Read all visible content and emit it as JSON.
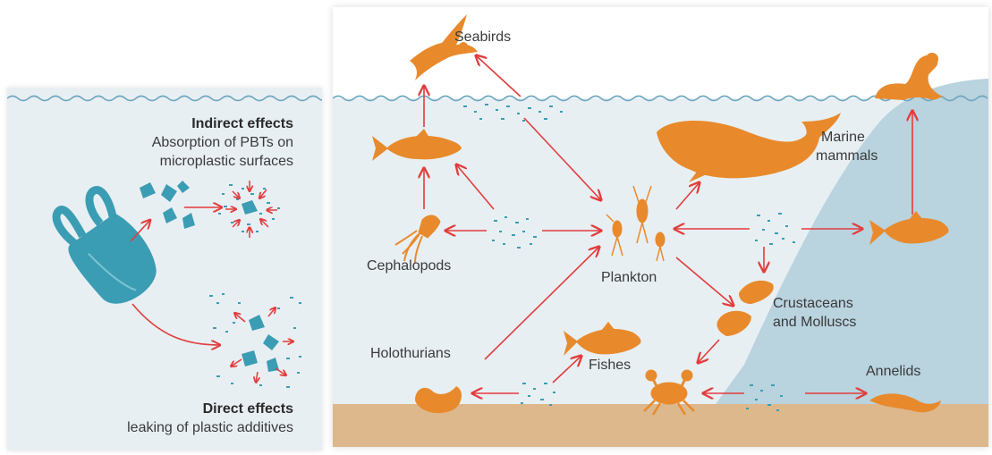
{
  "left_panel": {
    "indirect": {
      "title": "Indirect effects",
      "line1": "Absorption of PBTs on",
      "line2": "microplastic surfaces"
    },
    "direct": {
      "title": "Direct effects",
      "line1": "leaking of plastic additives"
    }
  },
  "main_panel": {
    "labels": {
      "seabirds": "Seabirds",
      "marine_mammals_1": "Marine",
      "marine_mammals_2": "mammals",
      "cephalopods": "Cephalopods",
      "plankton": "Plankton",
      "crustaceans_1": "Crustaceans",
      "crustaceans_2": "and Molluscs",
      "holothurians": "Holothurians",
      "fishes": "Fishes",
      "annelids": "Annelids"
    }
  },
  "colors": {
    "water": "#e8eff3",
    "sediment": "#dcb88c",
    "slope": "#b9d3df",
    "animal": "#e88a2c",
    "plastic": "#3b9db3",
    "arrow": "#e23c3c",
    "label": "#3a3a3a"
  }
}
